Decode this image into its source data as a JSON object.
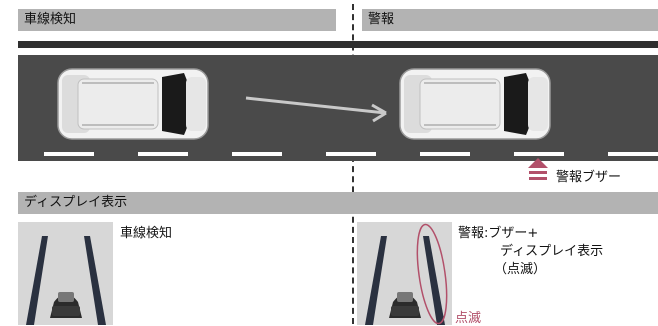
{
  "left_header": "車線検知",
  "right_header": "警報",
  "buzzer_label": "警報ブザー",
  "display_header": "ディスプレイ表示",
  "display_left_label": "車線検知",
  "display_right": {
    "line1": "警報:ブザー+",
    "line2": "ディスプレイ表示",
    "line3": "（点滅）"
  },
  "blink_label": "点滅",
  "colors": {
    "accent": "#b2506a",
    "header_bg": "#b3b3b3",
    "road": "#4a4a4a"
  }
}
